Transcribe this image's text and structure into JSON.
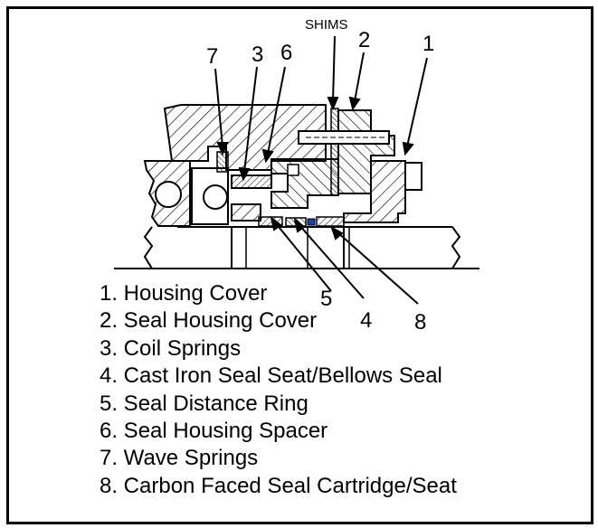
{
  "diagram": {
    "callouts": {
      "shims": "SHIMS",
      "n1": "1",
      "n2": "2",
      "n3": "3",
      "n4": "4",
      "n5": "5",
      "n6": "6",
      "n7": "7",
      "n8": "8"
    },
    "legend": [
      "1. Housing Cover",
      "2. Seal Housing Cover",
      "3. Coil Springs",
      "4. Cast Iron Seal Seat/Bellows Seal",
      "5. Seal Distance Ring",
      "6. Seal Housing Spacer",
      "7. Wave Springs",
      "8. Carbon Faced Seal Cartridge/Seat"
    ],
    "colors": {
      "line": "#000000",
      "background": "#ffffff",
      "seal_accent": "#1a3fa8"
    }
  }
}
